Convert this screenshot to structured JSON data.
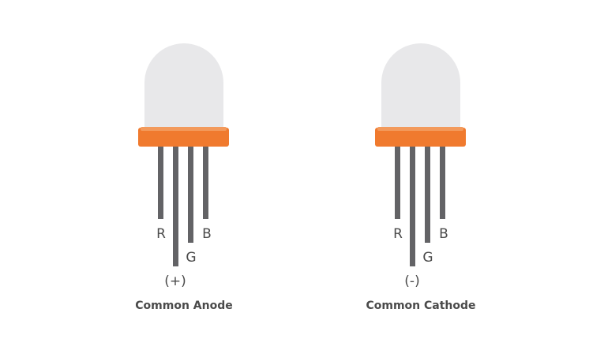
{
  "colors": {
    "dome": "#e8e8ea",
    "flange": "#f07a2e",
    "flange_highlight": "#f39a5c",
    "lead": "#636366",
    "text": "#4a4a4a"
  },
  "leds": [
    {
      "pins": {
        "r": "R",
        "g": "G",
        "b": "B"
      },
      "polarity": "(+)",
      "caption": "Common Anode"
    },
    {
      "pins": {
        "r": "R",
        "g": "G",
        "b": "B"
      },
      "polarity": "(-)",
      "caption": "Common Cathode"
    }
  ]
}
